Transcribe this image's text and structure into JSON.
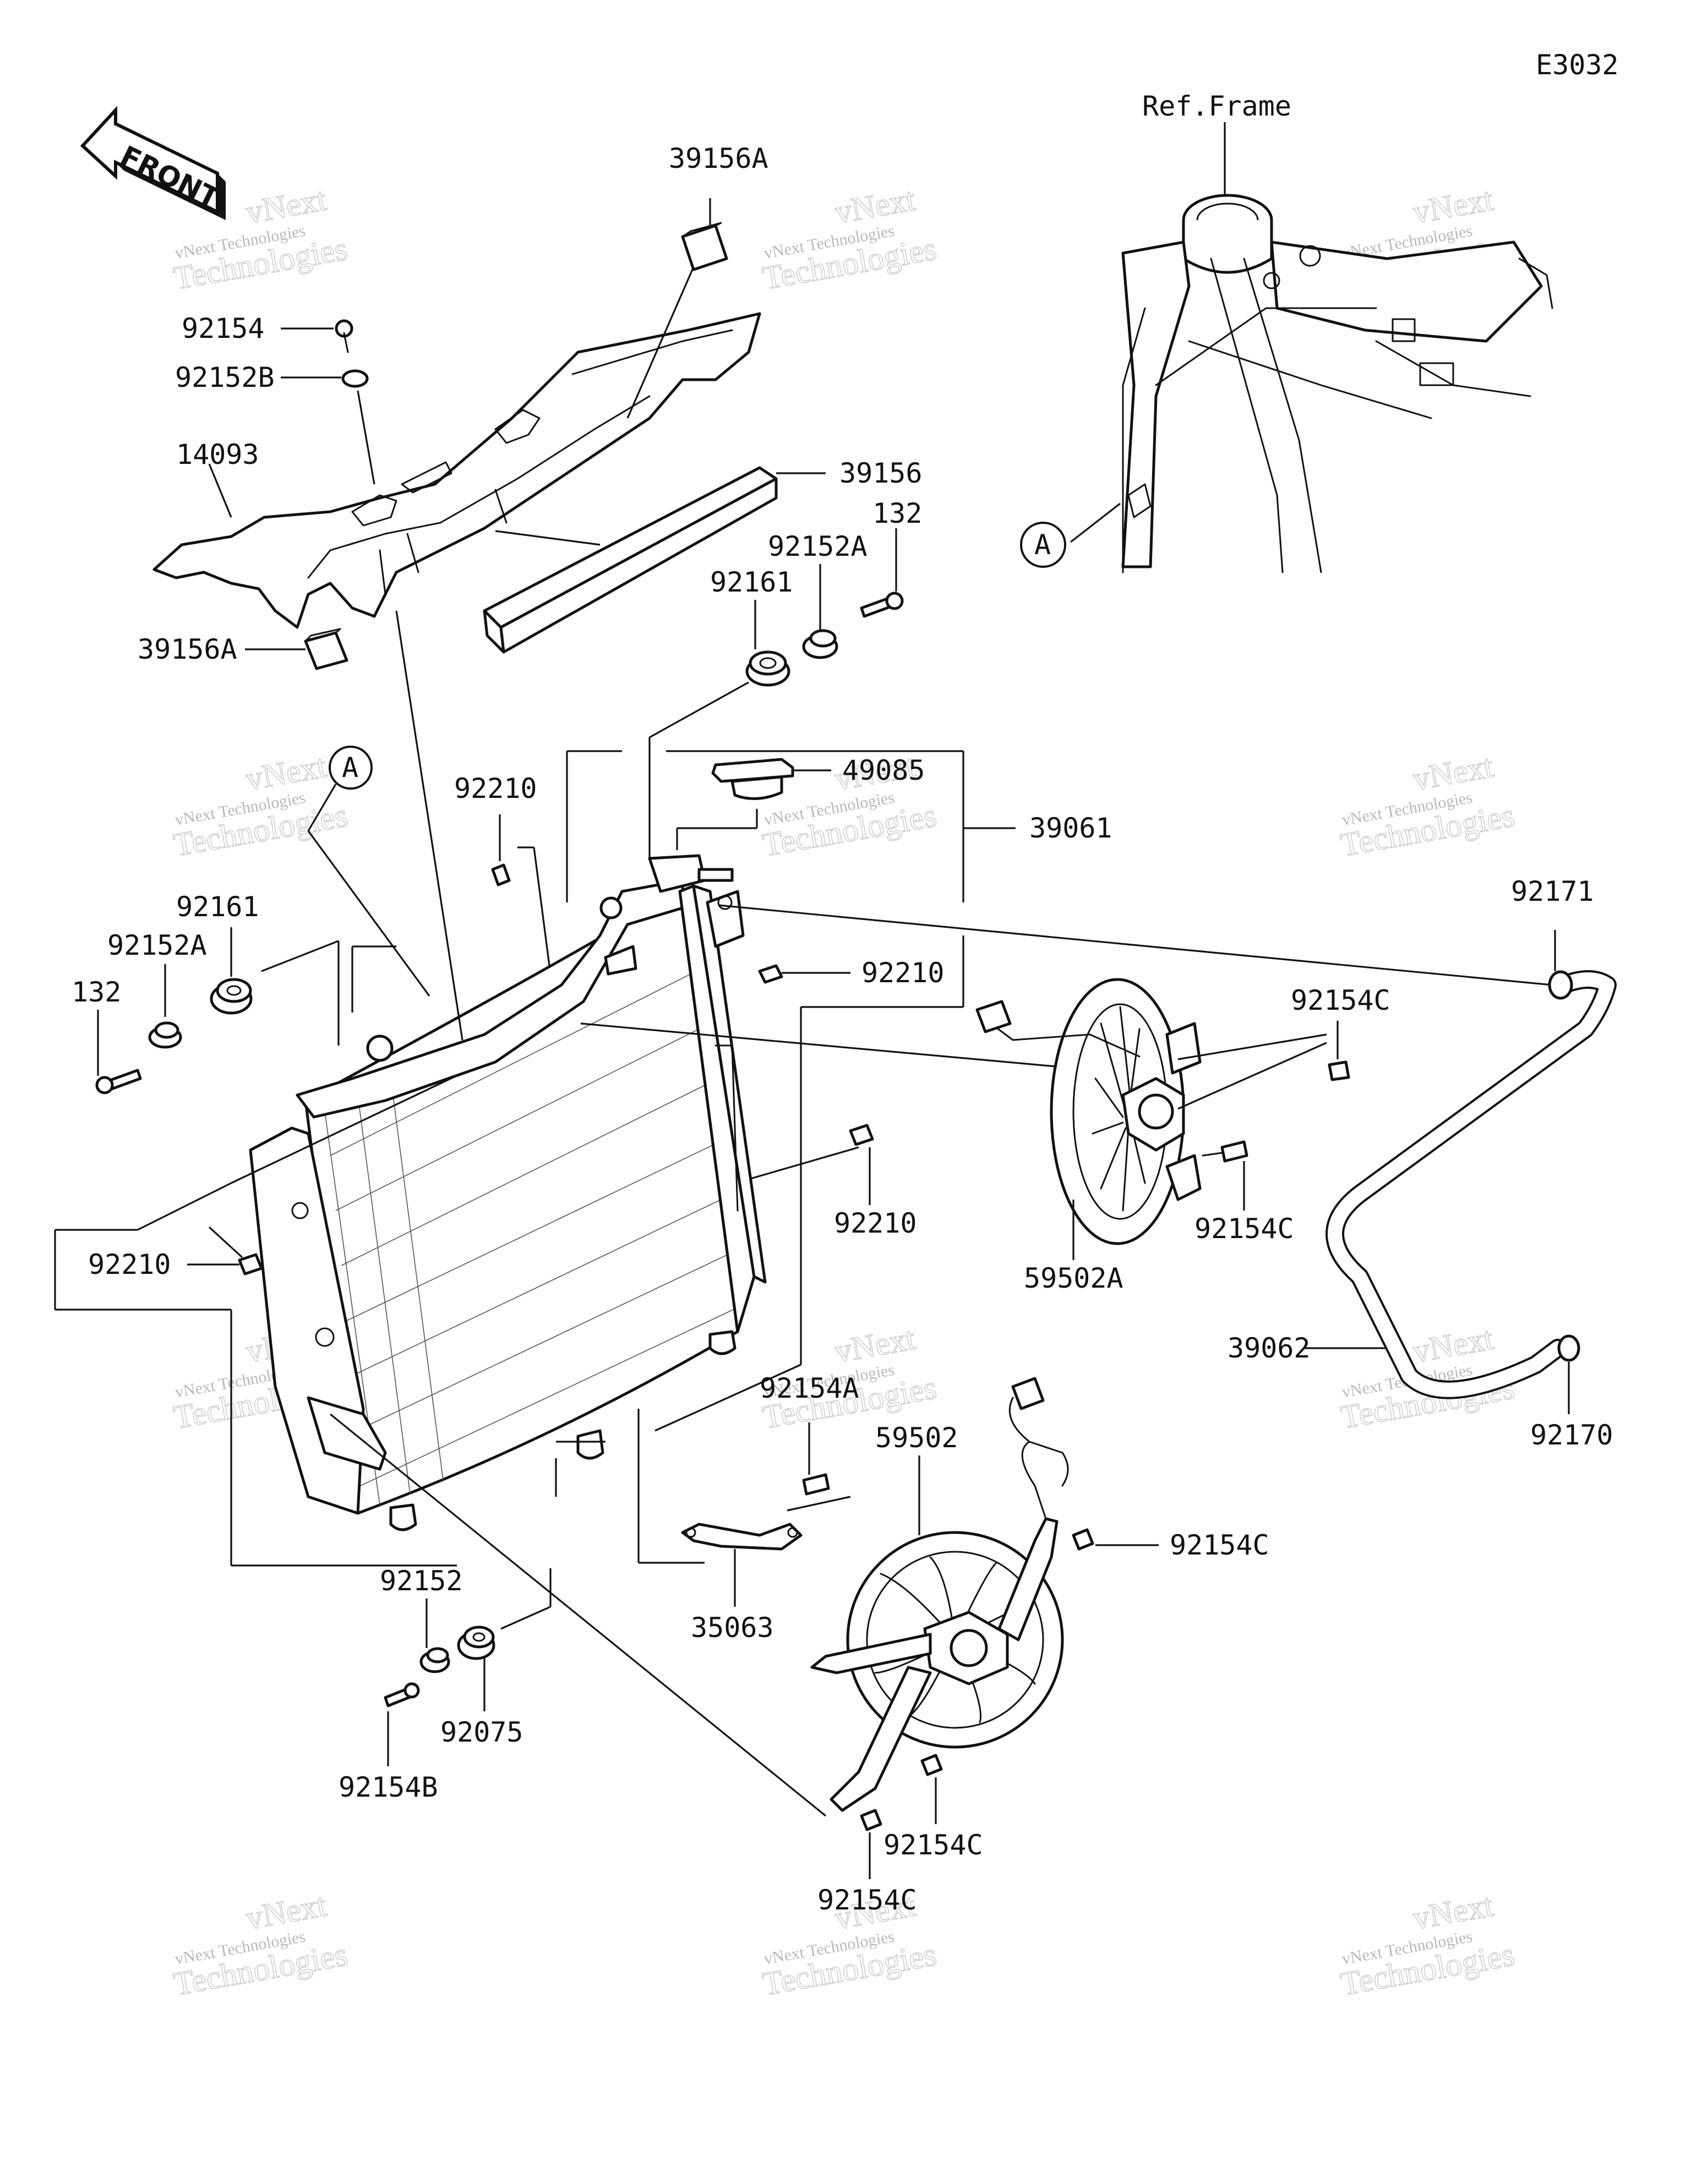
{
  "diagram_code": "E3032",
  "front_label": "FRONT",
  "ref_frame_label": "Ref.Frame",
  "ref_marker": "A",
  "watermark": {
    "line1": "vNext Technologies",
    "line2": "vNext",
    "line3": "Technologies"
  },
  "part_labels": {
    "p39156A_top": "39156A",
    "p92154": "92154",
    "p92152B": "92152B",
    "p14093": "14093",
    "p39156": "39156",
    "p132_top": "132",
    "p92152A_top": "92152A",
    "p92161_top": "92161",
    "p39156A_low": "39156A",
    "p49085": "49085",
    "p39061": "39061",
    "p92210_upper": "92210",
    "p92210_mid": "92210",
    "p92161_left": "92161",
    "p92152A_left": "92152A",
    "p132_left": "132",
    "p92171": "92171",
    "p92154C_a": "92154C",
    "p92154C_b": "92154C",
    "p59502A": "59502A",
    "p92210_center": "92210",
    "p92210_left": "92210",
    "p39062": "39062",
    "p92170": "92170",
    "p92154A": "92154A",
    "p59502": "59502",
    "p92154C_c": "92154C",
    "p35063": "35063",
    "p92152": "92152",
    "p92075": "92075",
    "p92154B": "92154B",
    "p92154C_d": "92154C",
    "p92154C_e": "92154C"
  }
}
